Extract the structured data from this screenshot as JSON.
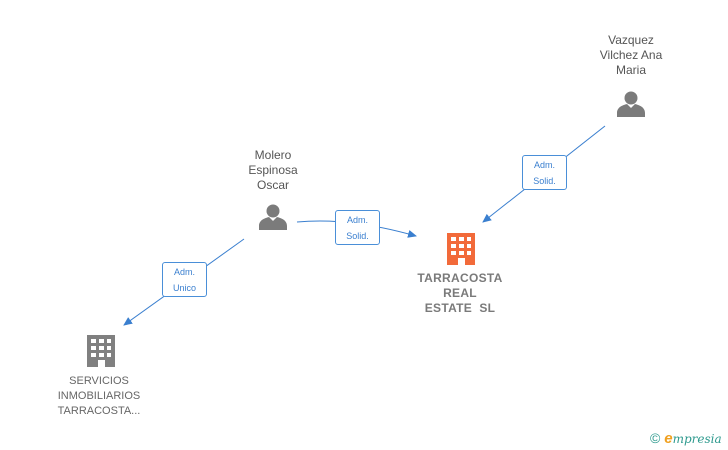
{
  "colors": {
    "edge": "#3a7fcf",
    "person": "#7b7b7b",
    "company": "#808080",
    "focus_company": "#f26a3a"
  },
  "nodes": {
    "vazquez": {
      "type": "person",
      "icon": "person-icon",
      "lines": [
        "Vazquez",
        "Vilchez Ana",
        "Maria"
      ]
    },
    "molero": {
      "type": "person",
      "icon": "person-icon",
      "lines": [
        "Molero",
        "Espinosa",
        "Oscar"
      ]
    },
    "tarracosta": {
      "type": "company",
      "focus": true,
      "icon": "building-icon",
      "lines": [
        "TARRACOSTA",
        "REAL",
        "ESTATE  SL"
      ]
    },
    "servicios": {
      "type": "company",
      "icon": "building-icon",
      "lines": [
        "SERVICIOS",
        "INMOBILIARIOS",
        "TARRACOSTA..."
      ]
    }
  },
  "edges": [
    {
      "from": "vazquez",
      "to": "tarracosta",
      "lines": [
        "Adm.",
        "Solid."
      ]
    },
    {
      "from": "molero",
      "to": "tarracosta",
      "lines": [
        "Adm.",
        "Solid."
      ]
    },
    {
      "from": "molero",
      "to": "servicios",
      "lines": [
        "Adm.",
        "Unico"
      ]
    }
  ],
  "footer": {
    "copyright_symbol": "©",
    "brand_initial": "e",
    "brand_rest": "mpresia"
  }
}
